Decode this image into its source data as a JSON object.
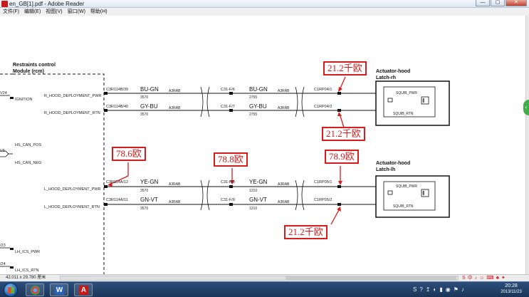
{
  "window": {
    "title": "en_GB[1].pdf - Adobe Reader",
    "buttons": {
      "minimize": "—",
      "maximize": "▢",
      "close": "✕"
    }
  },
  "menu": [
    "文件(F)",
    "编辑(E)",
    "视图(V)",
    "窗口(W)",
    "帮助(H)"
  ],
  "diagram": {
    "module_title_1": "Restraints control",
    "module_title_2": "Module (rcm)",
    "left_pins": {
      "v24": "V24",
      "ignition": "IGNITION",
      "hs_can_pos": "HS_CAN_POS",
      "us": "US",
      "hs_can_neg": "HS_CAN_NEG",
      "pin_23a": "/23",
      "lh_ics_pwr": "LH_ICS_PWR",
      "pin_24": "/24",
      "lh_ics_rtn": "LH_ICS_RTN"
    },
    "circuits": [
      {
        "signal": "R_HOOD_DEPLOYMENT_PWR",
        "connector": "C3R114B/39",
        "wire_no": "3570",
        "harness": "A3RAB",
        "inline": "C31-F/6",
        "color2": "BU-GN",
        "wire_no2": "2755",
        "harness2": "A3RAB",
        "end_pin": "C1RP04/1",
        "color": "BU-GN"
      },
      {
        "signal": "R_HOOD_DEPLOYMENT_RTN",
        "connector": "C3R114B/40",
        "wire_no": "3570",
        "harness": "A3RAB",
        "inline": "C31-F/7",
        "color2": "GY-BU",
        "wire_no2": "2755",
        "harness2": "A3RAB",
        "end_pin": "C1RP04/2",
        "color": "GY-BU"
      },
      {
        "signal": "L_HOOD_DEPLOYMENT_PWR",
        "connector": "C3R114A/12",
        "wire_no": "3570",
        "harness": "A3RAB",
        "inline": "C31-F/8",
        "color2": "YE-GN",
        "wire_no2": "1210",
        "harness2": "A3RAB",
        "end_pin": "C1RP05/1",
        "color": "YE-GN"
      },
      {
        "signal": "L_HOOD_DEPLOYMENT_RTN",
        "connector": "C3R114A/11",
        "wire_no": "3570",
        "harness": "A3RAB",
        "inline": "C31-F/9",
        "color2": "GN-VT",
        "wire_no2": "1210",
        "harness2": "A3RAB",
        "end_pin": "C1RP05/2",
        "color": "GN-VT"
      }
    ],
    "actuator_rh_1": "Actuator-hood",
    "actuator_rh_2": "Latch-rh",
    "actuator_lh_1": "Actuator-hood",
    "actuator_lh_2": "Latch-lh",
    "squib_pwr": "SQUIB_PWR",
    "squib_rtn": "SQUIB_RTN"
  },
  "annotations": {
    "rh_pwr": "21.2千欧",
    "rh_rtn": "21.2千欧",
    "lh_module": "78.6欧",
    "lh_inline": "78.8欧",
    "lh_end": "78.9欧",
    "lh_rtn": "21.2千欧"
  },
  "status": {
    "page_size": "42.011 x 29.780 厘米"
  },
  "ime_icons": [
    "S",
    "中",
    "♪",
    "☺",
    "⌨",
    "♣",
    "✦"
  ],
  "taskbar": {
    "apps": [
      "W",
      "A"
    ],
    "tray": [
      "S",
      "?",
      "↥",
      "◐",
      "▮",
      "◉",
      "⚑",
      "♪"
    ],
    "time": "20:28",
    "date": "2013/11/23"
  },
  "colors": {
    "annotation": "#d81b1b",
    "wire": "#111111",
    "taskbar": "#1b3558"
  }
}
